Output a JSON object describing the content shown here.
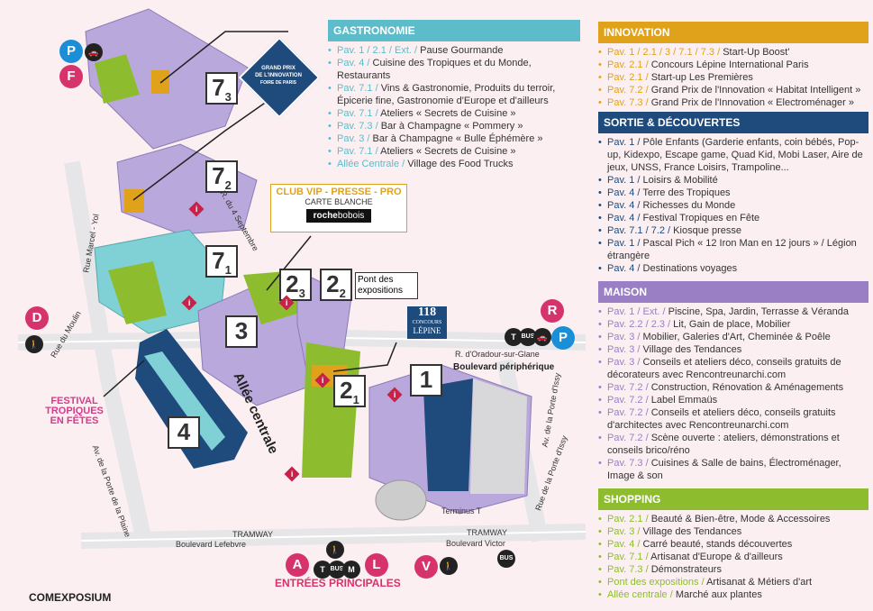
{
  "colors": {
    "gastronomie": "#5cbcc9",
    "innovation": "#e0a21a",
    "sortie": "#1e4a7c",
    "maison": "#9b7fc4",
    "shopping": "#8dbd2e",
    "accent_red": "#c8224a",
    "background": "#fbeff1"
  },
  "map": {
    "pavilions": {
      "p73_main": "7",
      "p73_sub": "3",
      "p72_main": "7",
      "p72_sub": "2",
      "p71_main": "7",
      "p71_sub": "1",
      "p23_main": "2",
      "p23_sub": "3",
      "p22_main": "2",
      "p22_sub": "2",
      "p21_main": "2",
      "p21_sub": "1",
      "p3": "3",
      "p4": "4",
      "p1": "1"
    },
    "club_vip": {
      "title": "CLUB VIP - PRESSE - PRO",
      "subtitle": "CARTE BLANCHE",
      "brand_bold": "roche",
      "brand_rest": "bobois"
    },
    "grand_prix": {
      "line1": "GRAND PRIX",
      "line2": "DE L'INNOVATION",
      "line3": "FOIRE DE PARIS"
    },
    "concours": {
      "line1": "118",
      "line2": "CONCOURS",
      "line3": "LÉPINE"
    },
    "pont_label": "Pont des expositions",
    "allee_centrale": "Allée centrale",
    "entrees": "ENTRÉES PRINCIPALES",
    "comexposium": "COMEXPOSIUM",
    "festival": {
      "line1": "FESTIVAL",
      "line2": "TROPIQUES",
      "line3": "EN FÊTES"
    },
    "entrances": [
      "A",
      "L",
      "V",
      "D",
      "F",
      "R",
      "P",
      "P"
    ],
    "small_icons": [
      "T",
      "BUS",
      "M"
    ],
    "streets": {
      "marcel_yol": "Rue Marcel - Yol",
      "septembre": "R. du 4 Septembre",
      "moulin": "Rue du Moulin",
      "oradour": "R. d'Oradour-sur-Glane",
      "periph": "Boulevard périphérique",
      "issy": "Av. de la Porte d'Issy",
      "porte_issy": "Rue de la Porte d'Issy",
      "plaine": "Av. de la Porte de la Plaine",
      "terminus": "Terminus T",
      "tramway1": "TRAMWAY",
      "tramway2": "TRAMWAY",
      "lefebvre": "Boulevard Lefebvre",
      "victor": "Boulevard Victor"
    }
  },
  "legend": {
    "gastronomie": {
      "title": "GASTRONOMIE",
      "items": [
        {
          "pav": "Pav. 1 / 2.1 / Ext. / ",
          "text": "Pause Gourmande"
        },
        {
          "pav": "Pav. 4 / ",
          "text": "Cuisine des Tropiques et du Monde, Restaurants"
        },
        {
          "pav": "Pav. 7.1 / ",
          "text": "Vins & Gastronomie, Produits du terroir, Épicerie fine, Gastronomie d'Europe et d'ailleurs"
        },
        {
          "pav": "Pav. 7.1 / ",
          "text": "Ateliers « Secrets de Cuisine »"
        },
        {
          "pav": "Pav. 7.3 / ",
          "text": "Bar à Champagne « Pommery »"
        },
        {
          "pav": "Pav. 3 / ",
          "text": "Bar à Champagne «  Bulle Éphémère »"
        },
        {
          "pav": "Pav. 7.1 / ",
          "text": "Ateliers « Secrets de Cuisine »"
        },
        {
          "pav": "Allée Centrale / ",
          "text": "Village des Food Trucks"
        }
      ]
    },
    "innovation": {
      "title": "INNOVATION",
      "items": [
        {
          "pav": "Pav. 1 / 2.1 / 3 / 7.1 / 7.3 / ",
          "text": "Start-Up Boost'"
        },
        {
          "pav": "Pav. 2.1 / ",
          "text": "Concours Lépine International Paris"
        },
        {
          "pav": "Pav. 2.1 / ",
          "text": "Start-up Les Premières"
        },
        {
          "pav": "Pav. 7.2 / ",
          "text": "Grand Prix de l'Innovation « Habitat Intelligent »"
        },
        {
          "pav": "Pav. 7.3 / ",
          "text": "Grand Prix de l'Innovation « Electroménager »"
        }
      ]
    },
    "sortie": {
      "title": "SORTIE & DÉCOUVERTES",
      "items": [
        {
          "pav": "Pav. 1 / ",
          "text": "Pôle Enfants (Garderie enfants, coin bébés, Pop-up, Kidexpo, Escape game, Quad Kid, Mobi Laser, Aire de jeux, UNSS, France Loisirs, Trampoline..."
        },
        {
          "pav": "Pav. 1 / ",
          "text": "Loisirs & Mobilité"
        },
        {
          "pav": "Pav. 4 / ",
          "text": "Terre des Tropiques"
        },
        {
          "pav": "Pav. 4 / ",
          "text": "Richesses du Monde"
        },
        {
          "pav": "Pav. 4 / ",
          "text": "Festival Tropiques en Fête"
        },
        {
          "pav": "Pav. 7.1 / 7.2 / ",
          "text": "Kiosque presse"
        },
        {
          "pav": "Pav. 1 / ",
          "text": "Pascal Pich « 12 Iron Man en 12 jours » / Légion étrangère"
        },
        {
          "pav": "Pav. 4 / ",
          "text": "Destinations voyages"
        }
      ]
    },
    "maison": {
      "title": "MAISON",
      "items": [
        {
          "pav": "Pav. 1 / Ext. / ",
          "text": "Piscine, Spa, Jardin, Terrasse & Véranda"
        },
        {
          "pav": "Pav. 2.2 / 2.3 / ",
          "text": "Lit, Gain de place, Mobilier"
        },
        {
          "pav": "Pav. 3 / ",
          "text": "Mobilier, Galeries d'Art, Cheminée & Poêle"
        },
        {
          "pav": "Pav. 3 / ",
          "text": "Village des Tendances"
        },
        {
          "pav": "Pav. 3 / ",
          "text": "Conseils et ateliers déco, conseils gratuits de décorateurs avec Rencontreunarchi.com"
        },
        {
          "pav": "Pav. 7.2 / ",
          "text": "Construction, Rénovation & Aménagements"
        },
        {
          "pav": "Pav. 7.2 / ",
          "text": "Label Emmaüs"
        },
        {
          "pav": "Pav. 7.2 / ",
          "text": "Conseils et ateliers déco, conseils gratuits d'architectes avec Rencontreunarchi.com"
        },
        {
          "pav": "Pav. 7.2 / ",
          "text": "Scène ouverte : ateliers, démonstrations et conseils brico/réno"
        },
        {
          "pav": "Pav. 7.3 / ",
          "text": "Cuisines & Salle de bains, Électroménager, Image & son"
        }
      ]
    },
    "shopping": {
      "title": "SHOPPING",
      "items": [
        {
          "pav": "Pav. 2.1 / ",
          "text": "Beauté & Bien-être, Mode & Accessoires"
        },
        {
          "pav": "Pav. 3 / ",
          "text": "Village des Tendances"
        },
        {
          "pav": "Pav. 4 / ",
          "text": "Carré beauté, stands découvertes"
        },
        {
          "pav": "Pav. 7.1 / ",
          "text": "Artisanat d'Europe & d'ailleurs"
        },
        {
          "pav": "Pav. 7.3 / ",
          "text": "Démonstrateurs"
        },
        {
          "pav": "Pont des expositions / ",
          "text": "Artisanat & Métiers d'art"
        },
        {
          "pav": "Allée centrale / ",
          "text": "Marché aux plantes"
        }
      ]
    }
  }
}
